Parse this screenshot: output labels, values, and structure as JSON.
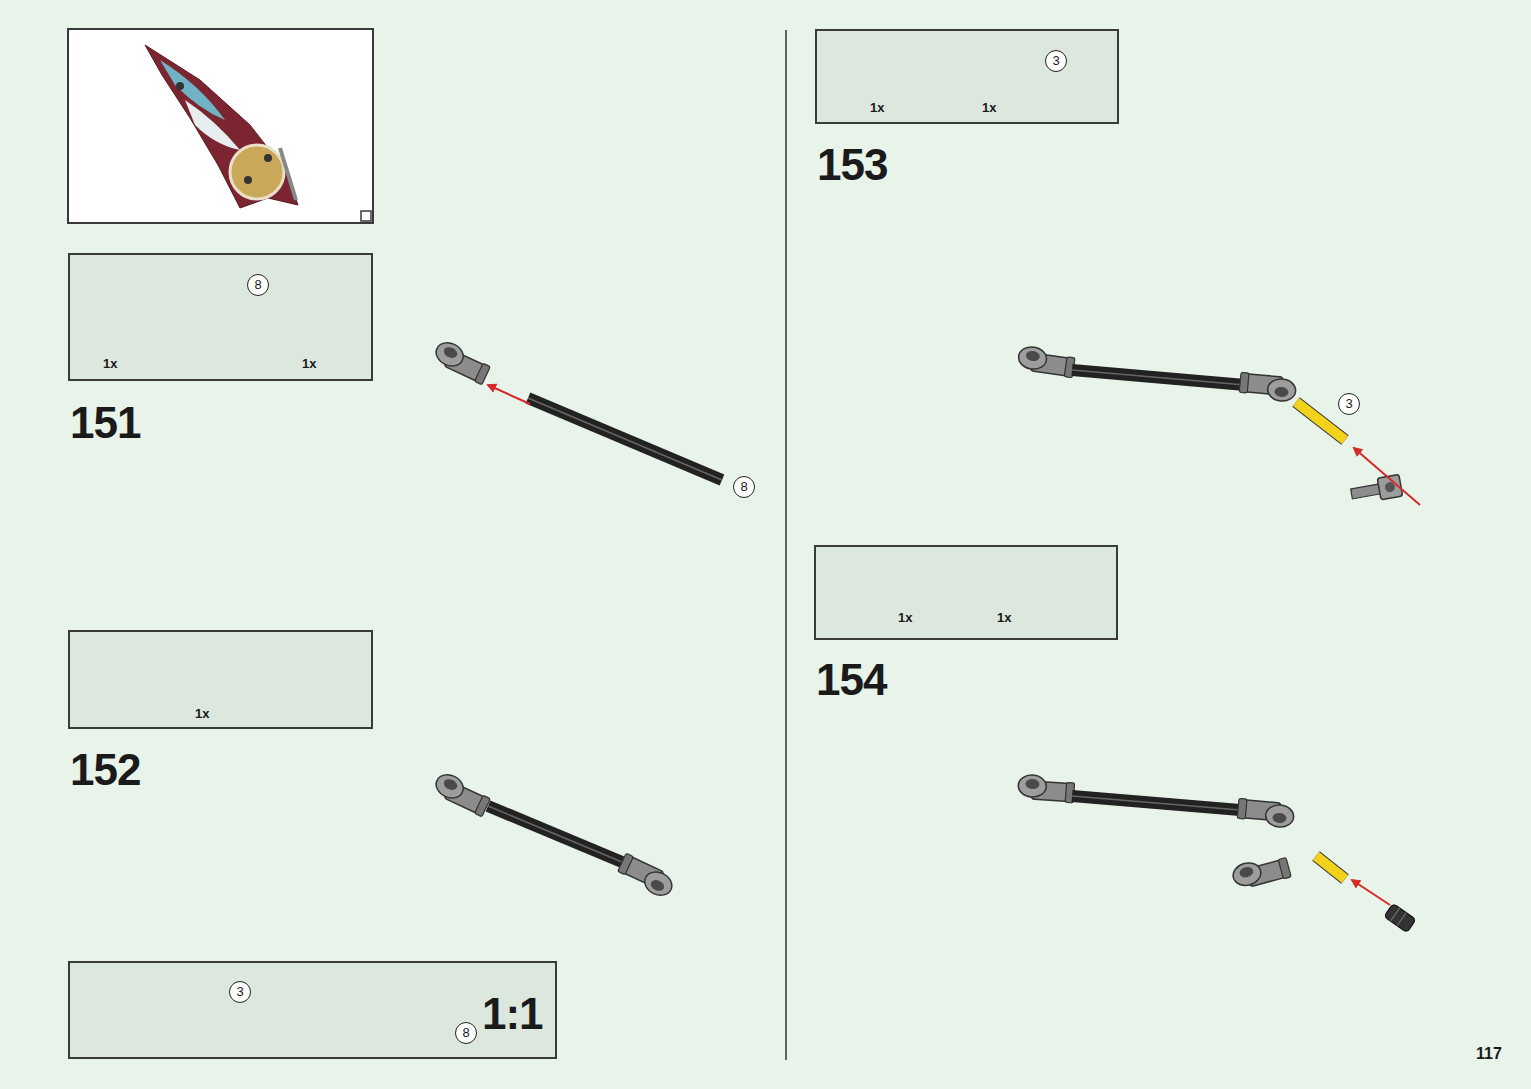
{
  "diagram": {
    "nodes": [
      {
        "text": [
          "8",
          "1x",
          "1x",
          "151"
        ]
      },
      {
        "text": [
          "1x",
          "152"
        ]
      },
      {
        "text": [
          "3",
          "8",
          "1:1"
        ]
      },
      {
        "text": [
          "1x",
          "1x",
          "3",
          "153"
        ]
      },
      {
        "text": [
          "1x",
          "1x",
          "154"
        ]
      }
    ],
    "labels": [
      "8",
      "3",
      "117"
    ]
  }
}
